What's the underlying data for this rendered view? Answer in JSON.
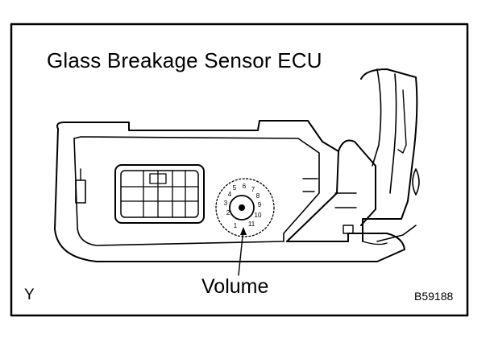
{
  "diagram": {
    "title": "Glass Breakage Sensor ECU",
    "callout_label": "Volume",
    "view_code": "Y",
    "figure_id": "B59188",
    "dial_numbers": [
      "1",
      "2",
      "3",
      "4",
      "5",
      "6",
      "7",
      "8",
      "9",
      "10",
      "11"
    ],
    "line_color": "#000000",
    "background_color": "#ffffff"
  }
}
